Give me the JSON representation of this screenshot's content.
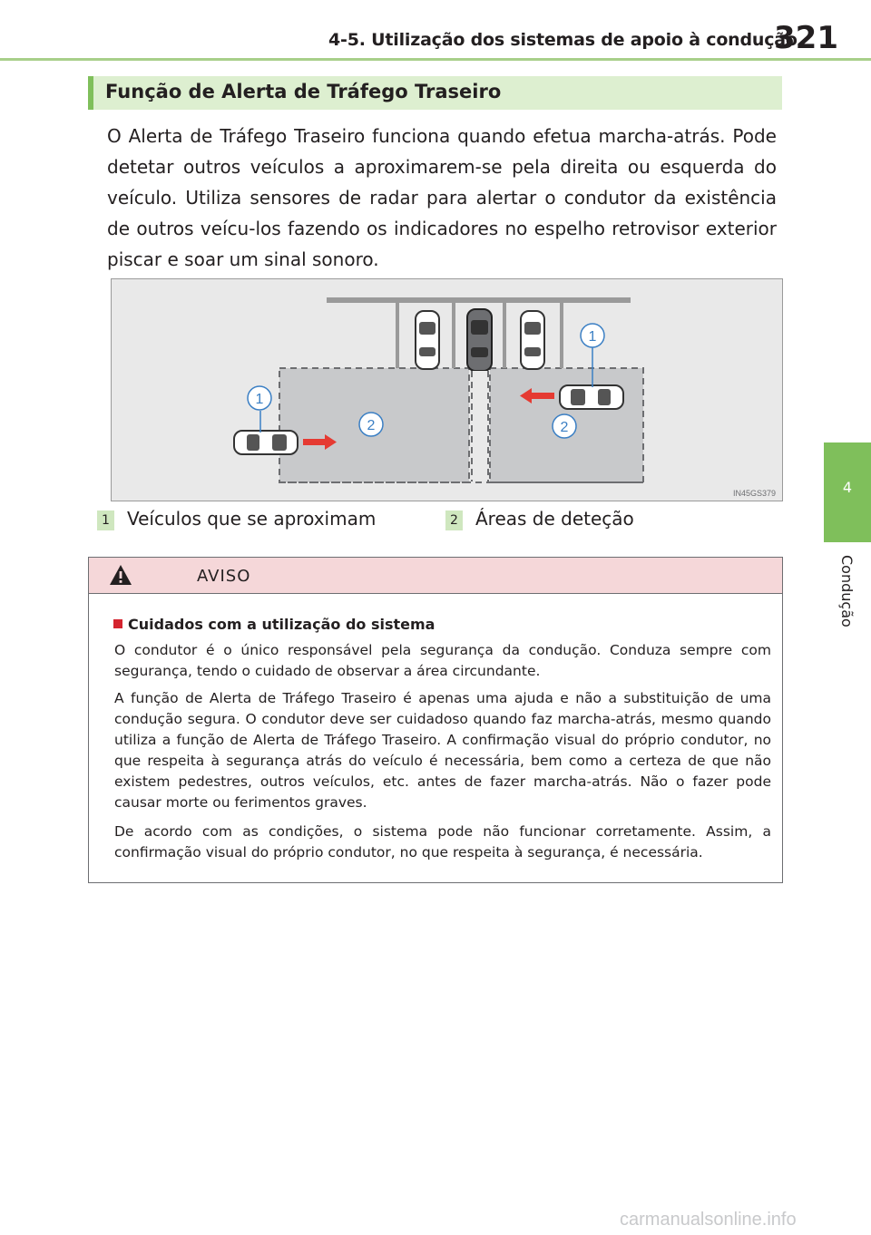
{
  "header": {
    "section_title": "4-5. Utilização dos sistemas de apoio à condução",
    "page_number": "321"
  },
  "side_tab": {
    "chapter_number": "4",
    "chapter_label": "Condução"
  },
  "section": {
    "title": "Função de Alerta de Tráfego Traseiro",
    "intro": "O Alerta de Tráfego Traseiro funciona quando efetua marcha-atrás. Pode detetar outros veículos a aproximarem-se pela direita ou esquerda do veículo. Utiliza sensores de radar para alertar o condutor da existência de outros veícu-los fazendo os indicadores no espelho retrovisor exterior piscar e soar um sinal sonoro."
  },
  "diagram": {
    "callouts": [
      "1",
      "2",
      "1",
      "2"
    ],
    "image_code": "IN45GS379",
    "colors": {
      "background": "#e9e9e9",
      "zone": "#c8c9cb",
      "arrow": "#e53a32",
      "callout_line": "#3b7fc4"
    }
  },
  "legend": [
    {
      "num": "1",
      "text": "Veículos que se aproximam"
    },
    {
      "num": "2",
      "text": "Áreas de deteção"
    }
  ],
  "warning": {
    "title": "AVISO",
    "subtitle": "Cuidados com a utilização do sistema",
    "paragraphs": [
      "O condutor é o único responsável pela segurança da condução. Conduza sempre com segurança, tendo o cuidado de observar a área circundante.",
      "A função de Alerta de Tráfego Traseiro é apenas uma ajuda e não a substituição de uma condução segura. O condutor deve ser cuidadoso quando faz marcha-atrás, mesmo quando utiliza a função de Alerta de Tráfego Traseiro. A confirmação visual do próprio condutor, no que respeita à segurança atrás do veículo é necessária, bem como a certeza de que não existem pedestres, outros veículos, etc. antes de fazer marcha-atrás. Não o fazer pode causar morte ou ferimentos graves.",
      "De acordo com as condições, o sistema pode não funcionar corretamente. Assim, a confirmação visual do próprio condutor, no que respeita à segurança, é necessária."
    ]
  },
  "footer": {
    "watermark": "carmanualsonline.info"
  }
}
